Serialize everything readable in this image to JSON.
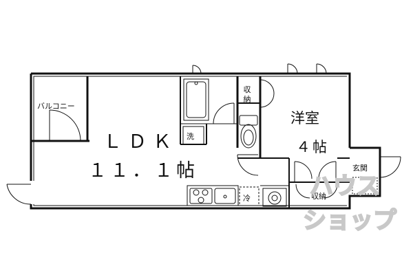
{
  "rooms": {
    "ldk": {
      "name": "ＬＤＫ",
      "area": "１１．１帖"
    },
    "western": {
      "name": "洋室",
      "area": "４帖"
    },
    "balcony": "バルコニー",
    "storage_top": "収納",
    "storage_bottom": "収納",
    "entrance": "玄関",
    "washer": "洗",
    "fridge": "冷"
  },
  "watermark": {
    "line1": "ハウス",
    "line2": "ショップ"
  }
}
